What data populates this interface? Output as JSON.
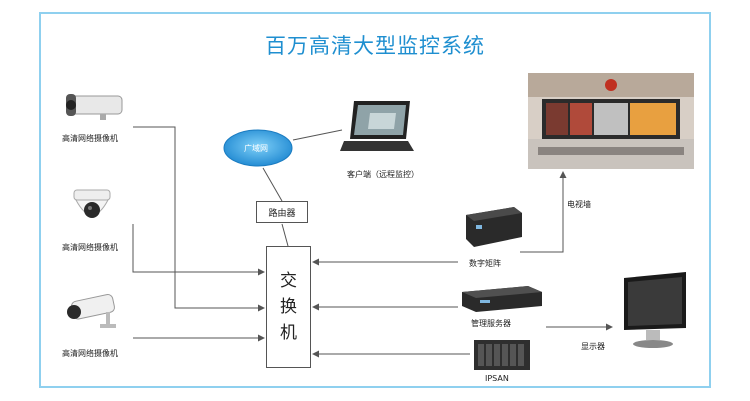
{
  "title": "百万高清大型监控系统",
  "nodes": {
    "camera_1": "高清网络摄像机",
    "camera_2": "高清网络摄像机",
    "camera_3": "高清网络摄像机",
    "wan": "广域网",
    "client": "客户端（远程监控）",
    "router": "路由器",
    "switch_chars": [
      "交",
      "换",
      "机"
    ],
    "video_wall": "电视墙",
    "digital_matrix": "数字矩阵",
    "management_server": "管理服务器",
    "ipsan": "IPSAN",
    "display": "显示器"
  },
  "colors": {
    "title": "#1f8fd0",
    "frame": "#8fd0ef",
    "cloud": "#2f9fe0",
    "line": "#555555"
  }
}
